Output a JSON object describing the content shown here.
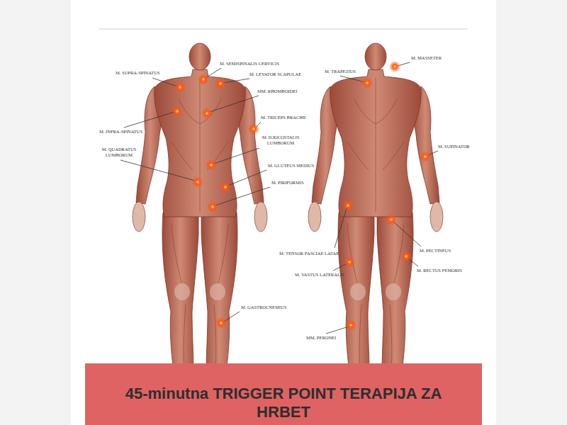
{
  "diagram": {
    "nodes": [
      {
        "text": [
          "45-minutna TRIGGER POINT TERAPIJA ZA HRBET"
        ]
      }
    ],
    "labels": [
      "M. SUPRA-SPINATUS",
      "M. SEMISPINALIS CERVICIS",
      "M. LEVATOR SCAPULAE",
      "MM. RHOMBOIDEI",
      "M. INFRA-SPINATUS",
      "M. TRICEPS BRACHII",
      "M. ILIOCOSTALIS LUMBORUM",
      "M. QUADRATUS LUMBORUM",
      "M. GLUTEUS MEDIUS",
      "M. PIRIFORMIS",
      "M. GASTROCNEMIUS",
      "M. MASSETER",
      "M. TRAPEZIUS",
      "M. SUPINATOR",
      "M. TENSOR FASCIAE LATAE",
      "M. PECTINEUS",
      "M. VASTUS LATERALIS",
      "M. RECTUS FEMORIS",
      "MM. PERONEI"
    ]
  }
}
